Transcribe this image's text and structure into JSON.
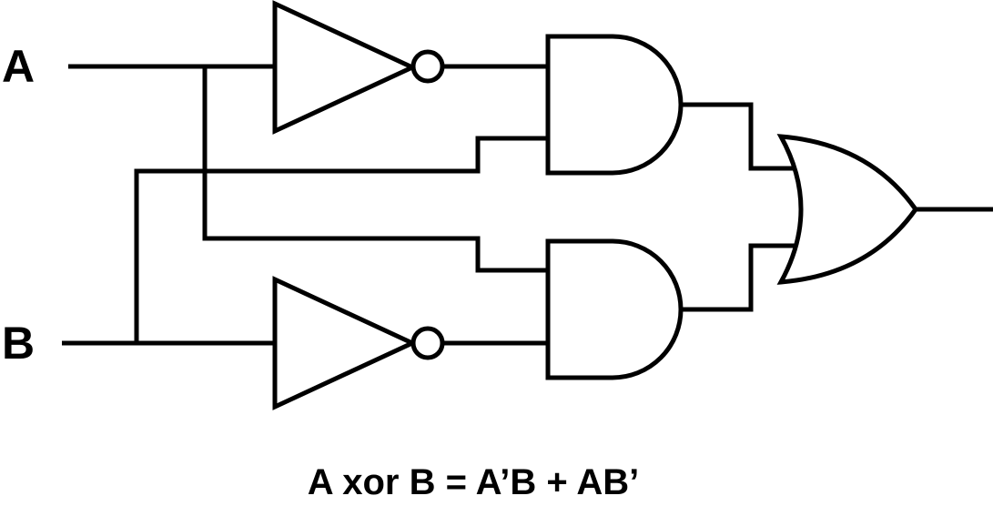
{
  "circuit": {
    "input_a_label": "A",
    "input_b_label": "B",
    "caption": "A xor B = A’B + AB’",
    "colors": {
      "stroke": "#000000",
      "background": "#ffffff"
    },
    "gates": [
      {
        "name": "not-gate-top",
        "type": "NOT"
      },
      {
        "name": "not-gate-bottom",
        "type": "NOT"
      },
      {
        "name": "and-gate-top",
        "type": "AND"
      },
      {
        "name": "and-gate-bottom",
        "type": "AND"
      },
      {
        "name": "or-gate",
        "type": "OR"
      }
    ]
  }
}
